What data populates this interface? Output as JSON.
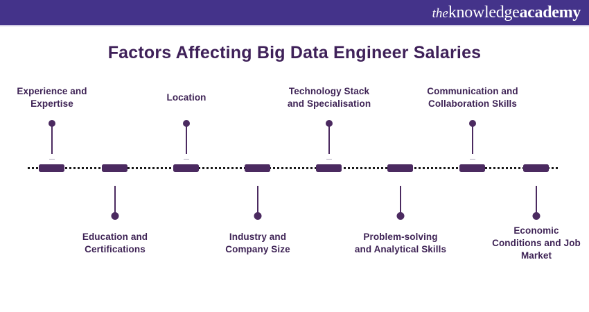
{
  "header": {
    "logo_the": "the",
    "logo_knowledge": "knowledge",
    "logo_academy": "academy"
  },
  "title": "Factors Affecting Big Data Engineer Salaries",
  "colors": {
    "header_bg": "#44338a",
    "header_underline": "#cfc9e2",
    "title_text": "#3f2159",
    "label_text": "#3e2355",
    "marker_purple": "#4b2a60",
    "dotted_line": "#1a1a1a",
    "background": "#ffffff"
  },
  "timeline": {
    "factors": [
      {
        "side": "top",
        "lines": [
          "Experience and",
          "Expertise"
        ]
      },
      {
        "side": "bottom",
        "lines": [
          "Education and",
          "Certifications"
        ]
      },
      {
        "side": "top",
        "lines": [
          "Location"
        ]
      },
      {
        "side": "bottom",
        "lines": [
          "Industry and",
          "Company Size"
        ]
      },
      {
        "side": "top",
        "lines": [
          "Technology Stack",
          "and Specialisation"
        ]
      },
      {
        "side": "bottom",
        "lines": [
          "Problem-solving",
          "and Analytical Skills"
        ]
      },
      {
        "side": "top",
        "lines": [
          "Communication and",
          "Collaboration Skills"
        ]
      },
      {
        "side": "bottom",
        "lines": [
          "Economic",
          "Conditions and Job",
          "Market"
        ]
      }
    ]
  }
}
